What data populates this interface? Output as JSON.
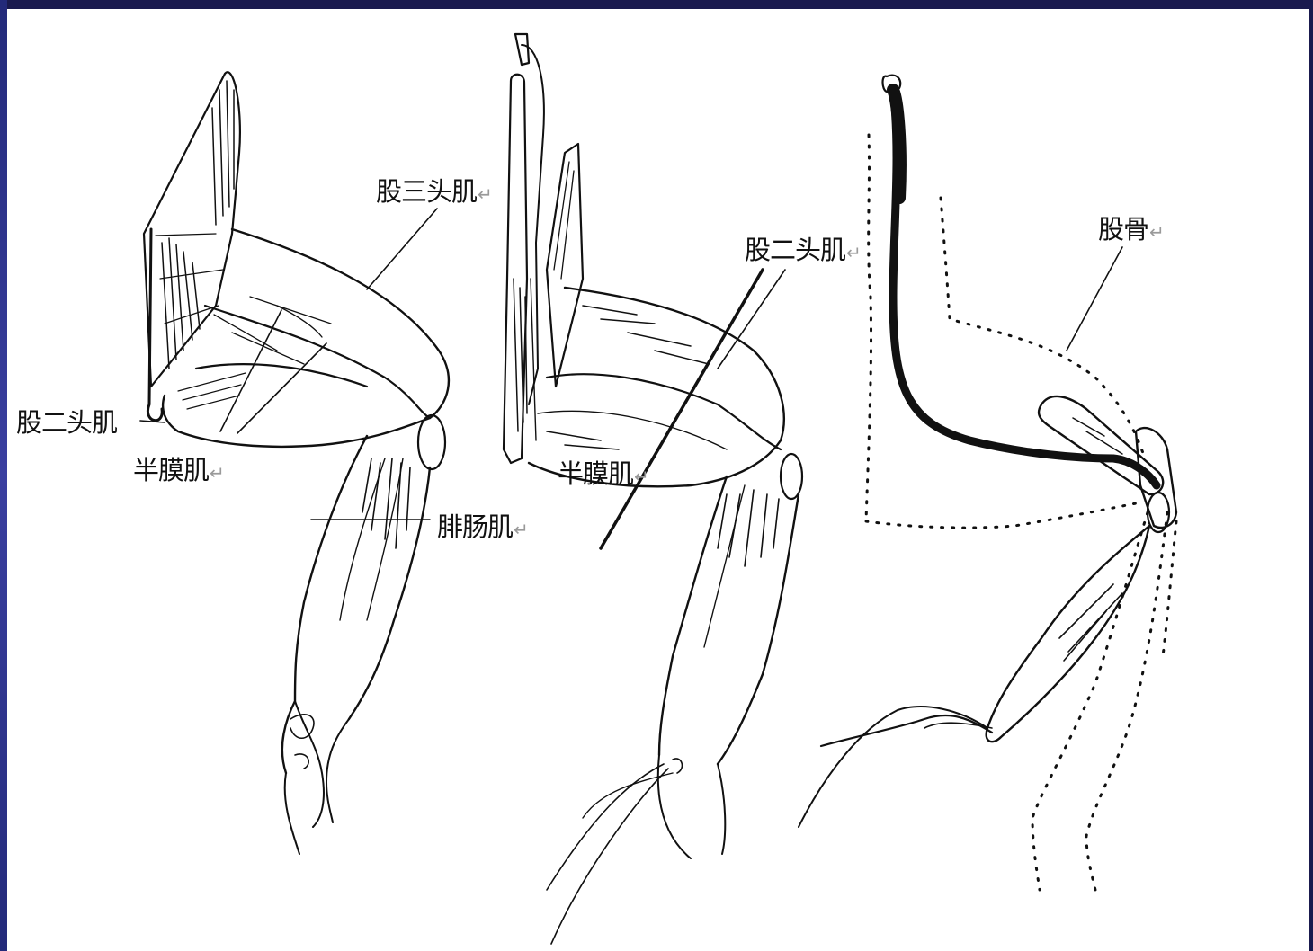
{
  "diagram": {
    "labels": {
      "quadriceps_top": "股三头肌",
      "biceps_left": "股二头肌",
      "semimembranosus_left": "半膜肌",
      "gastrocnemius": "腓肠肌",
      "biceps_middle": "股二头肌",
      "semimembranosus_middle": "半膜肌",
      "femur": "股骨"
    },
    "return_mark": "↵"
  }
}
